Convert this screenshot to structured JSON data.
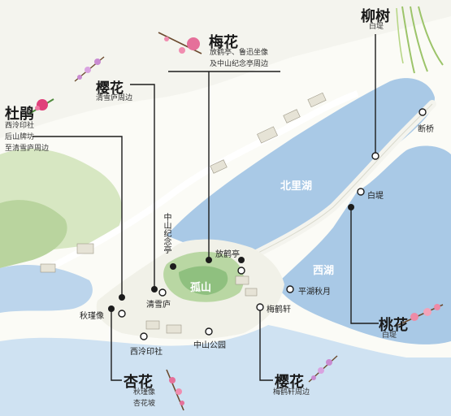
{
  "colors": {
    "water": "#a9c9e6",
    "water_light": "#cfe2f2",
    "land": "#f1f1e8",
    "green": "#cfe3b6",
    "leader": "#1c1c1c",
    "blossom_pink": "#e5709a",
    "willow": "#9cc46a"
  },
  "lakes": {
    "north": "北里湖",
    "west": "西湖",
    "island": "孤山"
  },
  "callouts": {
    "plum": {
      "title": "梅花",
      "lines": [
        "放鹤亭、鲁迅坐像",
        "及中山纪念亭周边"
      ]
    },
    "willow": {
      "title": "柳树",
      "lines": [
        "白堤"
      ]
    },
    "sakura_top": {
      "title": "樱花",
      "lines": [
        "清雪庐周边"
      ]
    },
    "azalea": {
      "title": "杜鹃",
      "lines": [
        "西泠印社",
        "后山牌坊",
        "至清雪庐周边"
      ]
    },
    "peach": {
      "title": "桃花",
      "lines": [
        "白堤"
      ]
    },
    "apricot": {
      "title": "杏花",
      "lines": [
        "秋瑾像",
        "杏花坡"
      ]
    },
    "sakura_bottom": {
      "title": "樱花",
      "lines": [
        "梅鹤轩周边"
      ]
    }
  },
  "places": {
    "duanqiao": "断桥",
    "baidi": "白堤",
    "zhongshan_pavilion": "中山纪念亭",
    "fanghe": "放鹤亭",
    "pinghu": "平湖秋月",
    "meihexuan": "梅鹤轩",
    "qiujin": "秋瑾像",
    "qingxuelu": "清雪庐",
    "xiling": "西泠印社",
    "zhongshan_park": "中山公园"
  },
  "icons": [
    "plum-blossom-icon",
    "willow-icon",
    "sakura-icon",
    "azalea-icon",
    "peach-blossom-icon",
    "apricot-blossom-icon"
  ]
}
